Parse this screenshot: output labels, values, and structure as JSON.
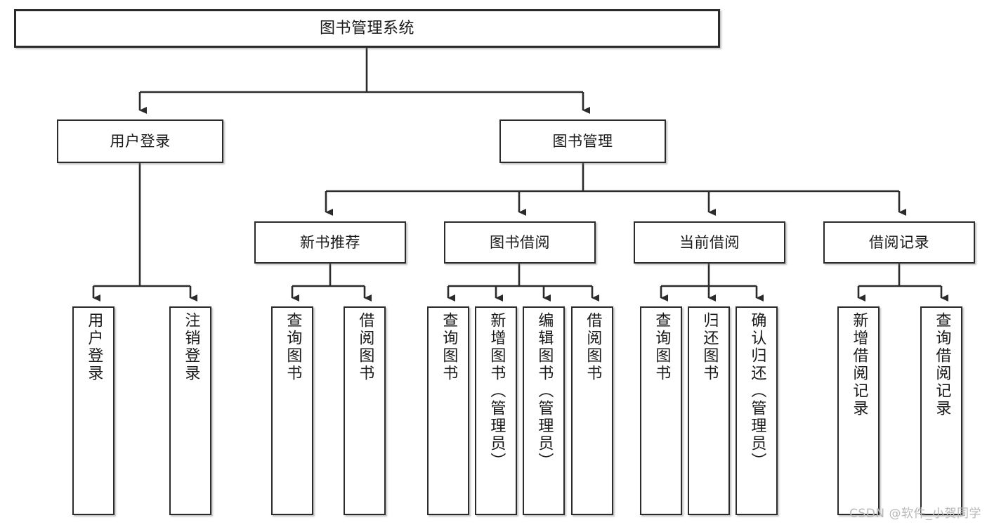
{
  "diagram": {
    "title": "图书管理系统",
    "type": "tree",
    "watermark": "CSDN @软件_小贺同学",
    "colors": {
      "stroke": "#2b2b2b",
      "fill": "#ffffff",
      "text": "#1a1a1a",
      "watermark": "#b8b8b8"
    },
    "root": {
      "label": "图书管理系统"
    },
    "level2": [
      {
        "id": "user-login",
        "label": "用户登录"
      },
      {
        "id": "book-manage",
        "label": "图书管理"
      }
    ],
    "level3": [
      {
        "id": "new-book-recommend",
        "label": "新书推荐",
        "parent": "book-manage"
      },
      {
        "id": "book-borrow",
        "label": "图书借阅",
        "parent": "book-manage"
      },
      {
        "id": "current-borrow",
        "label": "当前借阅",
        "parent": "book-manage"
      },
      {
        "id": "borrow-record",
        "label": "借阅记录",
        "parent": "book-manage"
      }
    ],
    "leaves": [
      {
        "id": "leaf-user-login",
        "label": "用户登录",
        "parent": "user-login"
      },
      {
        "id": "leaf-user-logout",
        "label": "注销登录",
        "parent": "user-login"
      },
      {
        "id": "leaf-query-book-1",
        "label": "查询图书",
        "parent": "new-book-recommend"
      },
      {
        "id": "leaf-borrow-book-1",
        "label": "借阅图书",
        "parent": "new-book-recommend"
      },
      {
        "id": "leaf-query-book-2",
        "label": "查询图书",
        "parent": "book-borrow"
      },
      {
        "id": "leaf-add-book",
        "label": "新增图书（管理员）",
        "parent": "book-borrow"
      },
      {
        "id": "leaf-edit-book",
        "label": "编辑图书（管理员）",
        "parent": "book-borrow"
      },
      {
        "id": "leaf-borrow-book-2",
        "label": "借阅图书",
        "parent": "book-borrow"
      },
      {
        "id": "leaf-query-book-3",
        "label": "查询图书",
        "parent": "current-borrow"
      },
      {
        "id": "leaf-return-book",
        "label": "归还图书",
        "parent": "current-borrow"
      },
      {
        "id": "leaf-confirm-return",
        "label": "确认归还（管理员）",
        "parent": "current-borrow"
      },
      {
        "id": "leaf-add-record",
        "label": "新增借阅记录",
        "parent": "borrow-record"
      },
      {
        "id": "leaf-query-record",
        "label": "查询借阅记录",
        "parent": "borrow-record"
      }
    ]
  }
}
